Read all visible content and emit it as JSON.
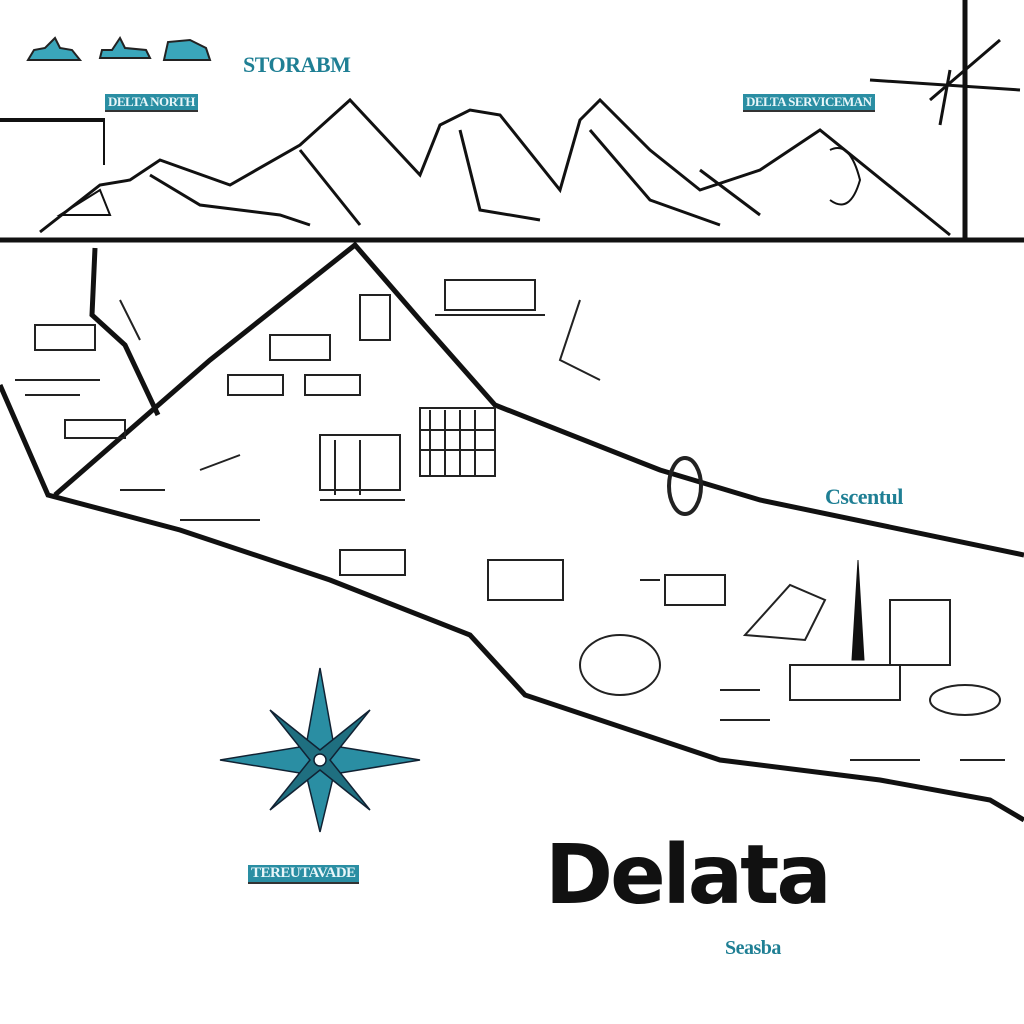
{
  "map": {
    "title": "Delata",
    "subtitle": "Seasba",
    "labels": {
      "top_header": "STORABM",
      "top_left_banner": "DELTA NORTH",
      "top_right_banner": "DELTA SERVICEMAN",
      "east_region": "Cscentul",
      "compass_caption": "TEREUTAVADE"
    },
    "colors": {
      "accent": "#2a8ea3",
      "ink": "#111111",
      "background": "#ffffff"
    },
    "icons": [
      "compass-rose-icon",
      "mountain-range-icon",
      "windmill-icon",
      "boat-icon",
      "building-icon",
      "tower-icon"
    ]
  }
}
